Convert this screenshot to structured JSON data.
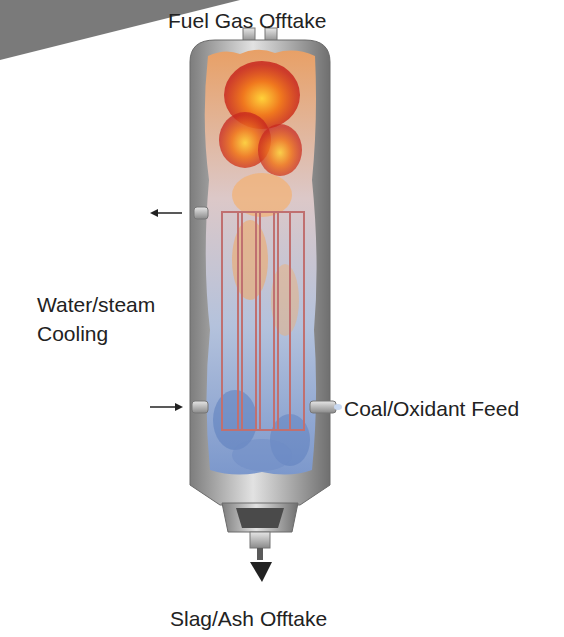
{
  "diagram": {
    "labels": [
      "Fuel Gas Offtake",
      "Water/steam Cooling",
      "Coal/Oxidant Feed",
      "Slag/Ash Offtake"
    ]
  }
}
